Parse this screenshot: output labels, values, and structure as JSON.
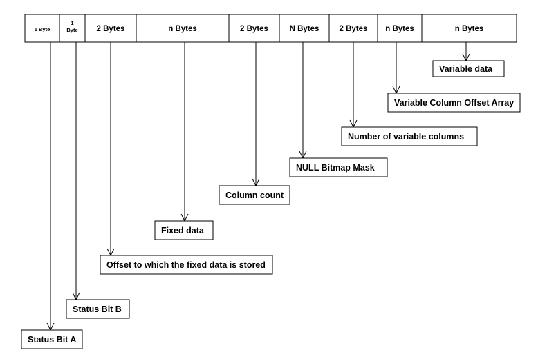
{
  "record_fields": [
    {
      "label": "1 Byte"
    },
    {
      "label": "1 Byte",
      "lines": [
        "1",
        "Byte"
      ]
    },
    {
      "label": "2 Bytes"
    },
    {
      "label": "n Bytes"
    },
    {
      "label": "2  Bytes"
    },
    {
      "label": "N Bytes"
    },
    {
      "label": "2 Bytes"
    },
    {
      "label": "n Bytes"
    },
    {
      "label": "n Bytes"
    }
  ],
  "annotations": [
    {
      "label": "Status Bit A"
    },
    {
      "label": "Status Bit B"
    },
    {
      "label": "Offset to which the fixed data is stored"
    },
    {
      "label": "Fixed data"
    },
    {
      "label": "Column count"
    },
    {
      "label": "NULL Bitmap Mask"
    },
    {
      "label": "Number of variable columns"
    },
    {
      "label": "Variable Column Offset Array"
    },
    {
      "label": "Variable data"
    }
  ]
}
